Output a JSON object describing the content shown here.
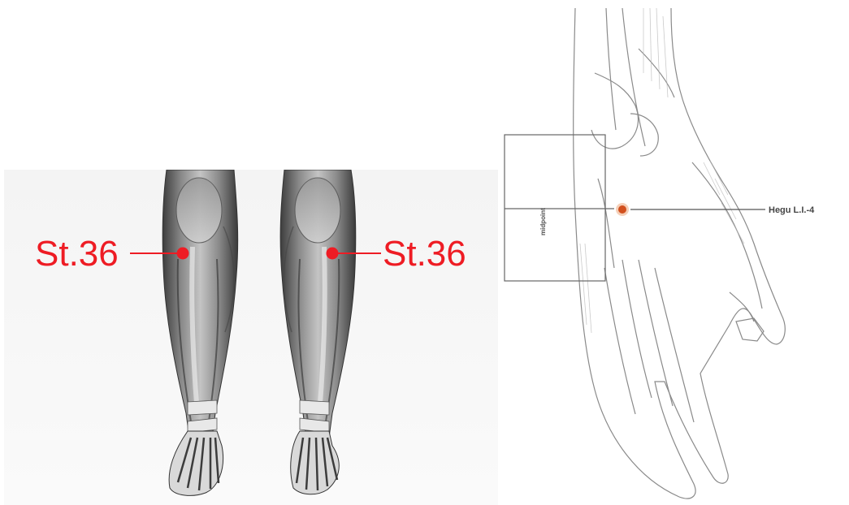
{
  "figure_left": {
    "points": [
      {
        "label": "St.36",
        "side": "left"
      },
      {
        "label": "St.36",
        "side": "right"
      }
    ],
    "marker_color": "#ee1c24"
  },
  "figure_right": {
    "point_label": "Hegu L.I.-4",
    "midpoint_label": "midpoint",
    "marker_color": "#d2501e"
  }
}
